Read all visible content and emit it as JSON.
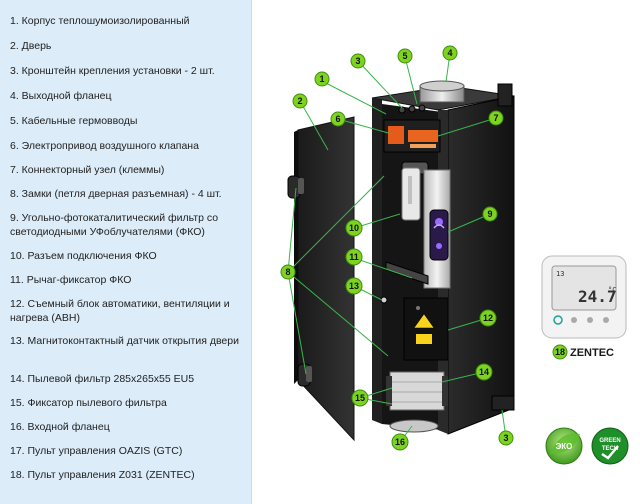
{
  "legend": {
    "items": [
      {
        "n": "1",
        "text": "1. Корпус теплошумоизолированный"
      },
      {
        "n": "2",
        "text": "2. Дверь"
      },
      {
        "n": "3",
        "text": "3. Кронштейн крепления установки - 2 шт."
      },
      {
        "n": "4",
        "text": "4. Выходной фланец"
      },
      {
        "n": "5",
        "text": "5. Кабельные гермовводы"
      },
      {
        "n": "6",
        "text": "6. Электропривод воздушного клапана"
      },
      {
        "n": "7",
        "text": "7. Коннекторный узел (клеммы)"
      },
      {
        "n": "8",
        "text": "8. Замки (петля дверная разъемная) - 4 шт."
      },
      {
        "n": "9",
        "text": "9. Угольно-фотокаталитический фильтр со светодиодными УФоблучателями (ФКО)"
      },
      {
        "n": "10",
        "text": "10. Разъем подключения ФКО"
      },
      {
        "n": "11",
        "text": "11. Рычаг-фиксатор ФКО"
      },
      {
        "n": "12",
        "text": "12. Съемный блок автоматики, вентиляции и нагрева (АВН)"
      },
      {
        "n": "13",
        "text": "13. Магнитоконтактный  датчик открытия двери"
      },
      {
        "n": "14",
        "text": "14. Пылевой фильтр 285х265х55 EU5"
      },
      {
        "n": "15",
        "text": "15. Фиксатор пылевого фильтра"
      },
      {
        "n": "16",
        "text": "16. Входной фланец"
      },
      {
        "n": "17",
        "text": "17. Пульт управления OAZIS (GTC)"
      },
      {
        "n": "18",
        "text": "18. Пульт управления Z031 (ZENTEC)"
      }
    ]
  },
  "markers": [
    "1",
    "2",
    "3",
    "4",
    "5",
    "6",
    "7",
    "8",
    "9",
    "10",
    "11",
    "12",
    "13",
    "14",
    "15",
    "16",
    "3"
  ],
  "controller": {
    "marker": "18",
    "brand": "ZENTEC",
    "temperature": "24.7",
    "unit": "°C",
    "small_readout": "13"
  },
  "badges": {
    "eco": "ЭКО",
    "green_tech_line1": "GREEN",
    "green_tech_line2": "TECH"
  },
  "colors": {
    "legend_bg": "#dcecf8",
    "marker_fill": "#7ed321",
    "callout_line": "#39b54a",
    "cabinet": "#1c1c1c"
  }
}
